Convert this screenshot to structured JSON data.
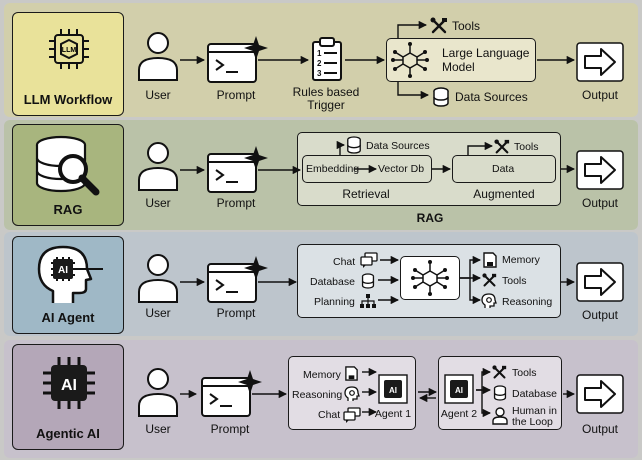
{
  "rows": {
    "llm": {
      "title": "LLM Workflow",
      "user": "User",
      "prompt": "Prompt",
      "trigger_line1": "Rules based",
      "trigger_line2": "Trigger",
      "tools": "Tools",
      "model_line1": "Large Language",
      "model_line2": "Model",
      "data_sources": "Data Sources",
      "output": "Output"
    },
    "rag": {
      "title": "RAG",
      "user": "User",
      "prompt": "Prompt",
      "data_sources": "Data Sources",
      "tools": "Tools",
      "embedding": "Embedding",
      "vector_db": "Vector Db",
      "data": "Data",
      "retrieval": "Retrieval",
      "augmented": "Augmented",
      "group_label": "RAG",
      "output": "Output"
    },
    "agent": {
      "title": "AI Agent",
      "user": "User",
      "prompt": "Prompt",
      "chat": "Chat",
      "database": "Database",
      "planning": "Planning",
      "memory": "Memory",
      "tools": "Tools",
      "reasoning": "Reasoning",
      "output": "Output"
    },
    "agentic": {
      "title": "Agentic AI",
      "user": "User",
      "prompt": "Prompt",
      "memory": "Memory",
      "reasoning": "Reasoning",
      "chat": "Chat",
      "agent1": "Agent 1",
      "agent2": "Agent 2",
      "tools": "Tools",
      "database": "Database",
      "human_line1": "Human in",
      "human_line2": "the Loop",
      "output": "Output"
    }
  },
  "icons": {
    "chip": "chip-icon",
    "database_search": "database-search-icon",
    "ai_head": "ai-head-icon",
    "ai_chip": "ai-chip-icon",
    "user": "user-icon",
    "prompt": "prompt-window-icon",
    "clipboard": "clipboard-list-icon",
    "network": "network-node-icon",
    "output": "output-arrow-icon",
    "tools": "tools-icon",
    "database": "database-icon",
    "chat": "chat-icon",
    "planning": "hierarchy-icon",
    "memory": "memory-card-icon",
    "reasoning": "reasoning-head-icon",
    "human": "human-icon"
  },
  "colors": {
    "llm_bg": "#d2cfab",
    "llm_hero": "#e9e29a",
    "rag_bg": "#bac2a8",
    "rag_hero": "#a8b57e",
    "agent_bg": "#bdc5cc",
    "agent_hero": "#9fb8c6",
    "agentic_bg": "#c7c1cc",
    "agentic_hero": "#b4a7b8"
  }
}
